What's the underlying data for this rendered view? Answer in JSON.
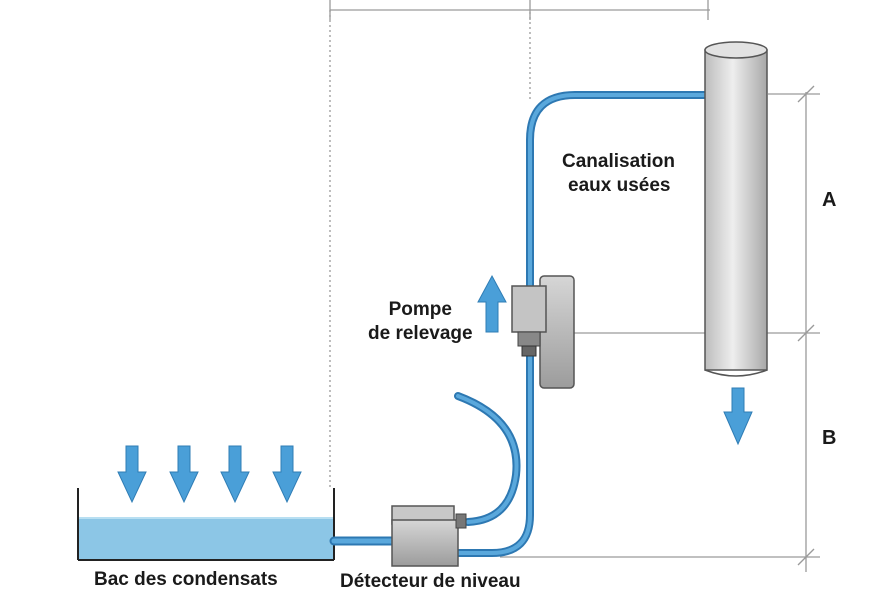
{
  "labels": {
    "canalisation_line1": "Canalisation",
    "canalisation_line2": "eaux usées",
    "pompe_line1": "Pompe",
    "pompe_line2": "de relevage",
    "bac": "Bac des condensats",
    "detecteur": "Détecteur de niveau",
    "dim_a": "A",
    "dim_b": "B"
  },
  "colors": {
    "pipe": "#3f8fc9",
    "water": "#8cc6e6",
    "arrow": "#4a9fd8",
    "device": "#b8b8b8",
    "dimension_line": "#9a9a9a"
  }
}
